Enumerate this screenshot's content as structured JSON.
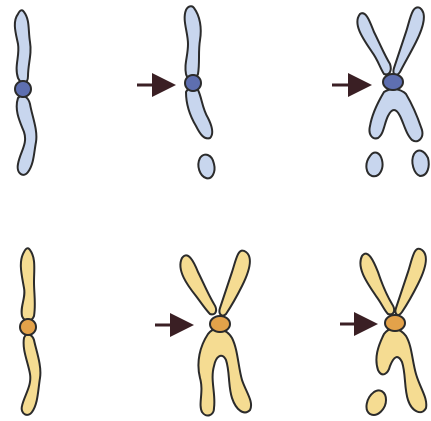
{
  "colors": {
    "blue_arm": "#c8d6ee",
    "blue_centromere": "#5e6fb0",
    "yellow_arm": "#f5dc92",
    "yellow_centromere": "#e3a24a",
    "outline": "#2b2b2b",
    "arrow": "#3a1f24"
  },
  "rows": [
    {
      "name": "blue-row",
      "panels": [
        {
          "name": "unreplicated-chromosome",
          "arrow_before": false
        },
        {
          "name": "broken-chromosome",
          "arrow_before": true
        },
        {
          "name": "replicated-broken-chromosome",
          "arrow_before": true
        }
      ]
    },
    {
      "name": "yellow-row",
      "panels": [
        {
          "name": "unreplicated-chromosome",
          "arrow_before": false
        },
        {
          "name": "replicated-chromosome",
          "arrow_before": true
        },
        {
          "name": "replicated-broken-chromosome",
          "arrow_before": true
        }
      ]
    }
  ]
}
